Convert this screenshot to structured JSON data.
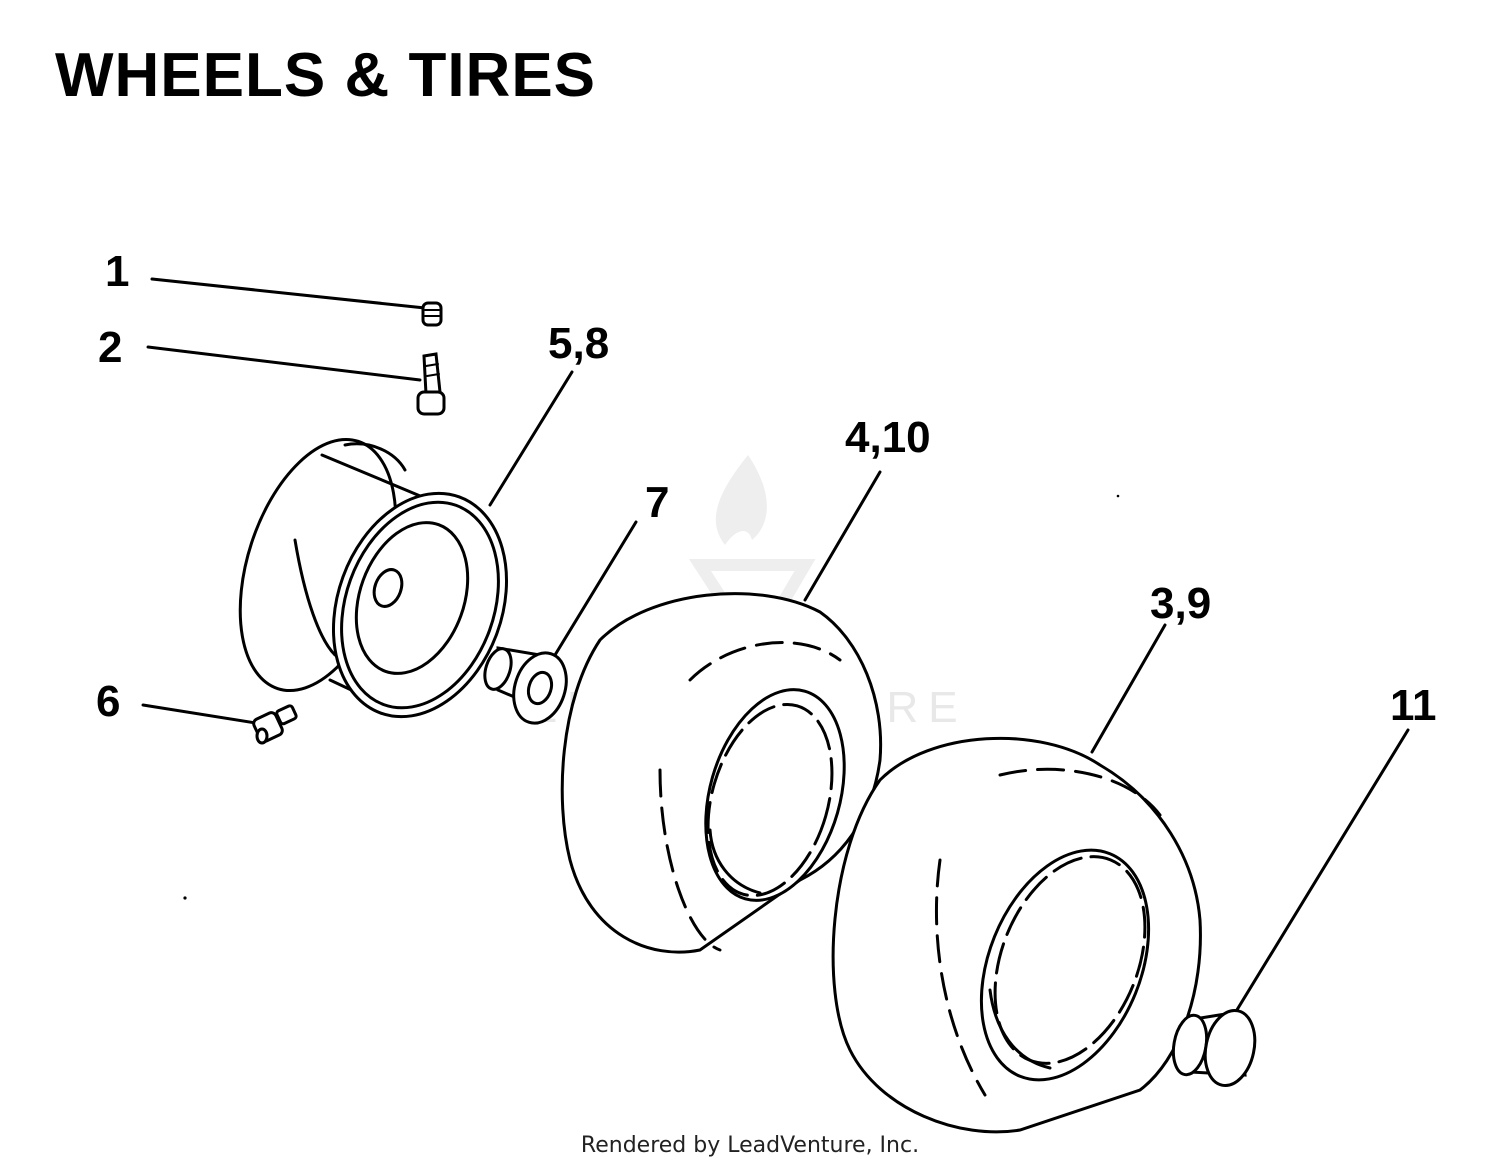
{
  "title": "WHEELS & TIRES",
  "footer": "Rendered by LeadVenture, Inc.",
  "watermark": "LEADVENTURE",
  "callouts": {
    "c1": "1",
    "c2": "2",
    "c58": "5,8",
    "c410": "4,10",
    "c7": "7",
    "c39": "3,9",
    "c6": "6",
    "c11": "11"
  }
}
